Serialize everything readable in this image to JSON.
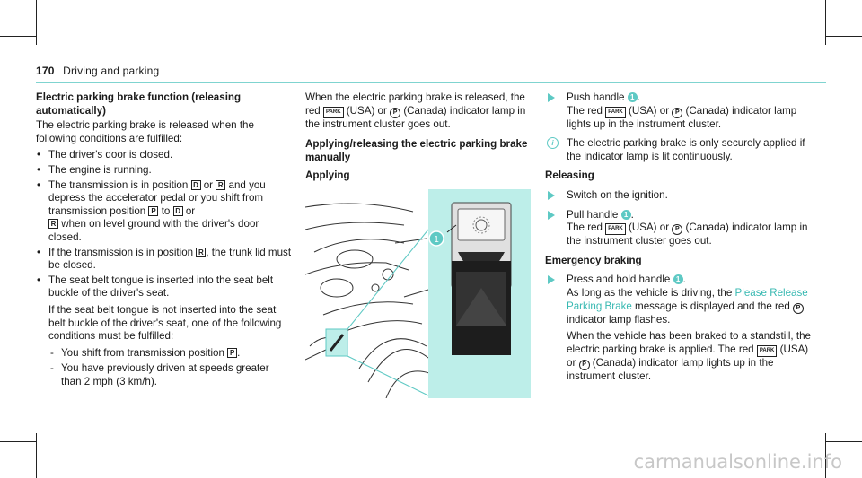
{
  "header": {
    "page_number": "170",
    "section": "Driving and parking"
  },
  "col1": {
    "heading": "Electric parking brake function (releasing automatically)",
    "intro": "The electric parking brake is released when the following conditions are fulfilled:",
    "b1": "The driver's door is closed.",
    "b2": "The engine is running.",
    "b3": {
      "t1": "The transmission is in position ",
      "k1": "D",
      "t2": " or ",
      "k2": "R",
      "t3": " and you depress the accelerator pedal or you shift from transmission position ",
      "k3": "P",
      "t4": " to ",
      "k4": "D",
      "t5": " or ",
      "k5": "R",
      "t6": " when on level ground with the driver's door closed."
    },
    "b4": {
      "t1": "If the transmission is in position ",
      "k1": "R",
      "t2": ", the trunk lid must be closed."
    },
    "b5": "The seat belt tongue is inserted into the seat belt buckle of the driver's seat.",
    "b5_note": "If the seat belt tongue is not inserted into the seat belt buckle of the driver's seat, one of the following conditions must be fulfilled:",
    "d1": {
      "t1": "You shift from transmission position ",
      "k1": "P",
      "t2": "."
    },
    "d2": "You have previously driven at speeds greater than 2 mph (3 km/h)."
  },
  "col2": {
    "p1": {
      "t1": "When the electric parking brake is released, the red ",
      "park": "PARK",
      "t2": " (USA) or ",
      "pc": "P",
      "t3": " (Canada) indicator lamp in the instrument cluster goes out."
    },
    "heading": "Applying/releasing the electric parking brake manually",
    "sub": "Applying"
  },
  "figure": {
    "callout": "1",
    "handle_symbol": "(P)"
  },
  "col3": {
    "s1": {
      "t1": "Push handle ",
      "n": "1",
      "t2": "."
    },
    "s1b": {
      "t1": "The red ",
      "park": "PARK",
      "t2": " (USA) or ",
      "pc": "P",
      "t3": " (Canada) indicator lamp lights up in the instrument cluster."
    },
    "info1": "The electric parking brake is only securely applied if the indicator lamp is lit continuously.",
    "releasing": "Releasing",
    "s2": "Switch on the ignition.",
    "s3": {
      "t1": "Pull handle ",
      "n": "1",
      "t2": "."
    },
    "s3b": {
      "t1": "The red ",
      "park": "PARK",
      "t2": " (USA) or ",
      "pc": "P",
      "t3": " (Canada) indicator lamp in the instrument cluster goes out."
    },
    "emergency": "Emergency braking",
    "s4": {
      "t1": "Press and hold handle ",
      "n": "1",
      "t2": "."
    },
    "s4b": {
      "t1": "As long as the vehicle is driving, the ",
      "msg": "Please Release Parking Brake",
      "t2": " message is displayed and the red ",
      "pc": "P",
      "t3": " indicator lamp flashes."
    },
    "s4c": {
      "t1": "When the vehicle has been braked to a standstill, the electric parking brake is applied. The red ",
      "park": "PARK",
      "t2": " (USA) or ",
      "pc": "P",
      "t3": " (Canada) indicator lamp lights up in the instrument cluster."
    }
  },
  "watermark": "carmanualsonline.info",
  "colors": {
    "accent": "#5ec9c4",
    "callout_panel": "#bdeee9",
    "link": "#38b9b2"
  }
}
